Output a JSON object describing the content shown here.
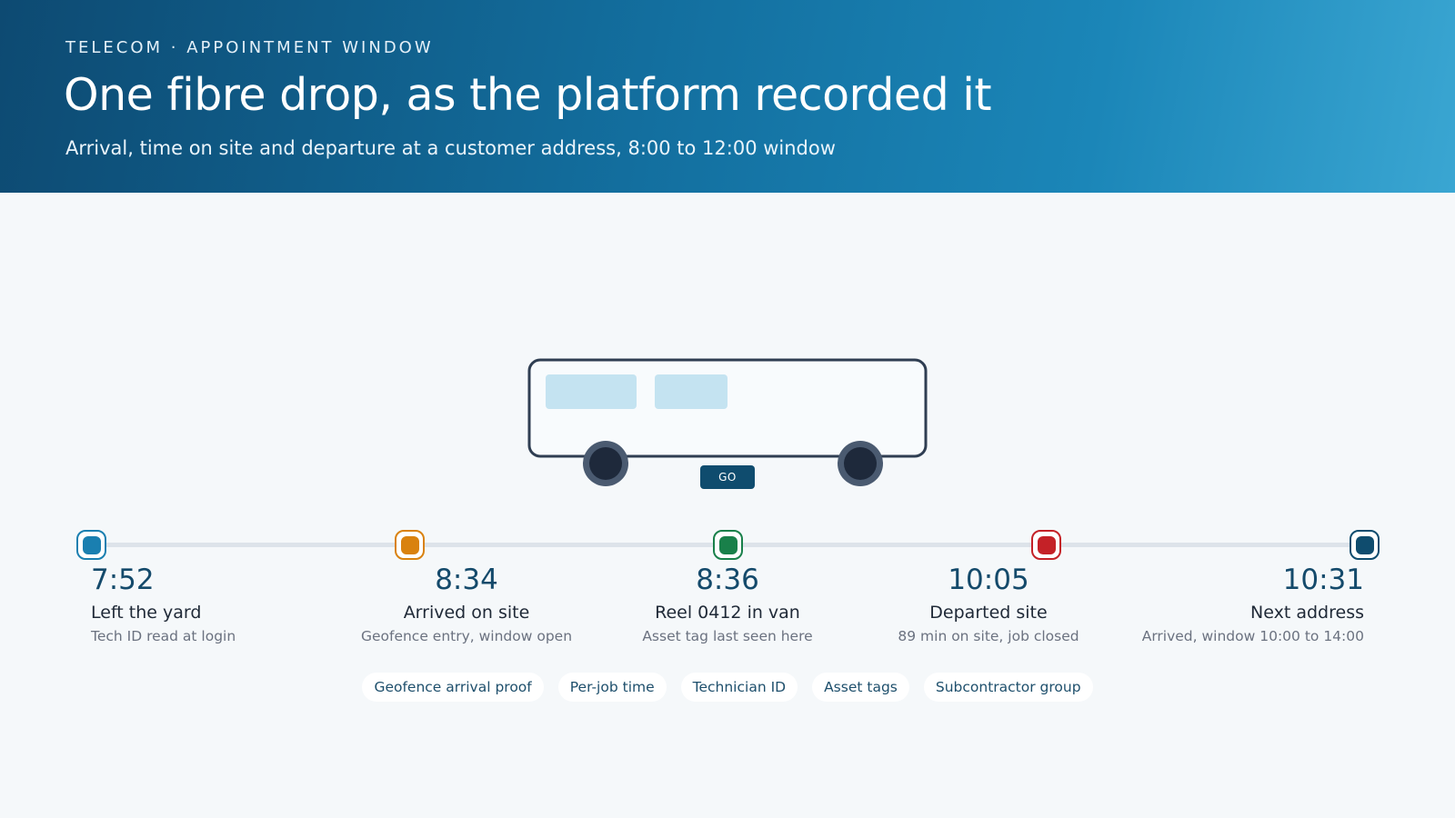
{
  "header": {
    "eyebrow": "TELECOM · APPOINTMENT WINDOW",
    "title": "One fibre drop, as the platform recorded it",
    "subtitle": "Arrival, time on site and departure at a customer address, 8:00 to 12:00 window"
  },
  "van": {
    "go_label": "GO"
  },
  "timeline": {
    "stops": [
      {
        "time": "7:52",
        "label": "Left the yard",
        "note": "Tech ID read at login",
        "color": "#1a7fb0"
      },
      {
        "time": "8:34",
        "label": "Arrived on site",
        "note": "Geofence entry, window open",
        "color": "#d9820f"
      },
      {
        "time": "8:36",
        "label": "Reel 0412 in van",
        "note": "Asset tag last seen here",
        "color": "#19804a"
      },
      {
        "time": "10:05",
        "label": "Departed site",
        "note": "89 min on site, job closed",
        "color": "#c42127"
      },
      {
        "time": "10:31",
        "label": "Next address",
        "note": "Arrived, window 10:00 to 14:00",
        "color": "#0f4c6e"
      }
    ]
  },
  "tags": [
    "Geofence arrival proof",
    "Per-job time",
    "Technician ID",
    "Asset tags",
    "Subcontractor group"
  ],
  "colors": {
    "header_dark": "#0d4a72",
    "header_light": "#3aa6d2",
    "accent": "#144a6b",
    "track": "#dde3ea"
  }
}
